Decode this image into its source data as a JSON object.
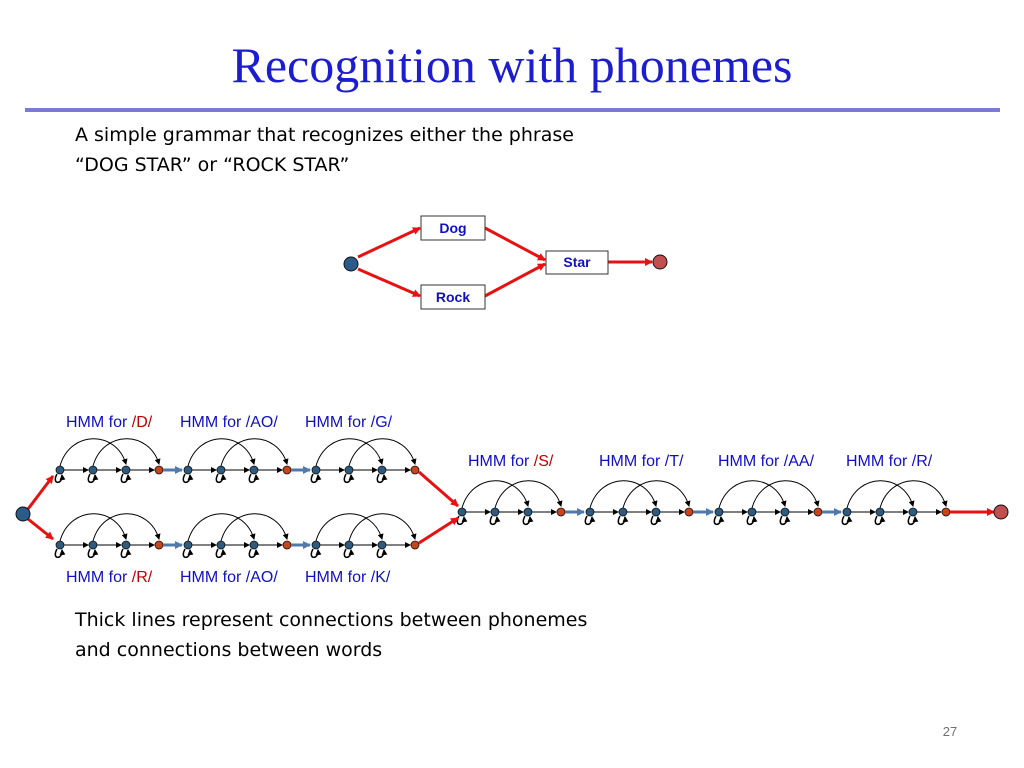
{
  "title": "Recognition with phonemes",
  "intro_lines": [
    "A simple grammar that recognizes either the phrase",
    "“DOG STAR” or “ROCK STAR”"
  ],
  "word_graph": {
    "words": [
      "Dog",
      "Rock",
      "Star"
    ]
  },
  "hmm_labels": [
    {
      "prefix": "HMM for ",
      "phoneme": "/D/",
      "highlight": true
    },
    {
      "prefix": "HMM for /AO/",
      "phoneme": "",
      "highlight": false
    },
    {
      "prefix": "HMM for /G/",
      "phoneme": "",
      "highlight": false
    },
    {
      "prefix": "HMM for ",
      "phoneme": "/S/",
      "highlight": true
    },
    {
      "prefix": "HMM for /T/",
      "phoneme": "",
      "highlight": false
    },
    {
      "prefix": "HMM for /AA/",
      "phoneme": "",
      "highlight": false
    },
    {
      "prefix": "HMM for /R/",
      "phoneme": "",
      "highlight": false
    },
    {
      "prefix": "HMM for ",
      "phoneme": "/R/",
      "highlight": true
    },
    {
      "prefix": "HMM for /AO/",
      "phoneme": "",
      "highlight": false
    },
    {
      "prefix": "HMM for /K/",
      "phoneme": "",
      "highlight": false
    }
  ],
  "note_lines": [
    "Thick lines represent connections between phonemes",
    "and connections between words"
  ],
  "page_number": "27",
  "colors": {
    "title": "#1c1cd0",
    "label": "#1010c0",
    "phoneme_highlight": "#c00000",
    "emitting_state": "#2c5a80",
    "exit_state": "#c8451c",
    "grammar_start": "#2b5b8a",
    "grammar_end": "#c0504d",
    "word_link": "#e81010",
    "phone_link": "#5078a8"
  }
}
